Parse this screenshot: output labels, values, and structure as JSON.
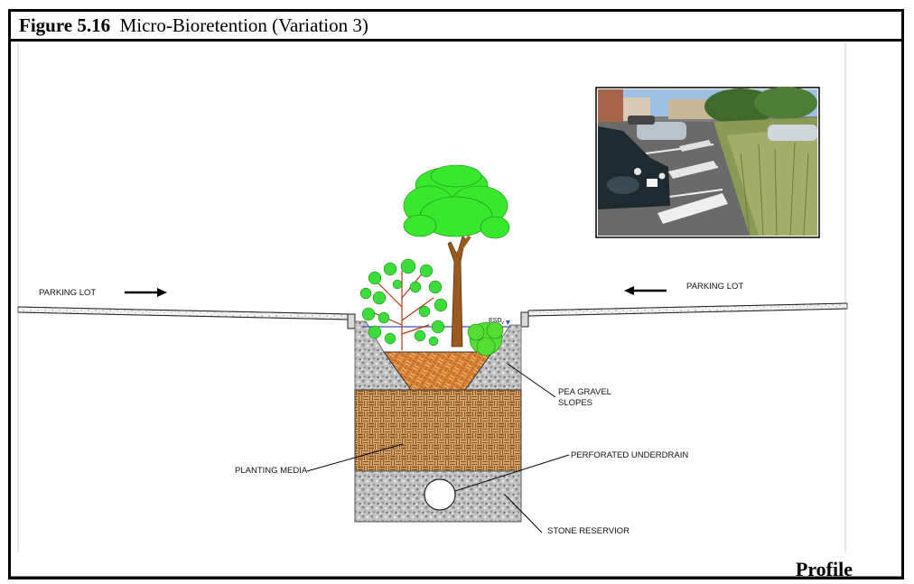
{
  "figure": {
    "number": "Figure 5.16",
    "name": "Micro-Bioretention (Variation 3)"
  },
  "view_label": "Profile",
  "labels": {
    "parking_lot_left": "PARKING LOT",
    "parking_lot_right": "PARKING LOT",
    "pea_gravel_line1": "PEA GRAVEL",
    "pea_gravel_line2": "SLOPES",
    "planting_media": "PLANTING MEDIA",
    "perforated_underdrain": "PERFORATED UNDERDRAIN",
    "stone_reservoir": "STONE RESERVIOR",
    "esd_main": "ESD",
    "esd_sub": "v"
  },
  "colors": {
    "planting_media": "#c8955a",
    "planting_media_dark": "#7a4a1c",
    "gravel": "#b9b9b9",
    "tree_canopy": "#38e82c",
    "tree_trunk": "#9a5a1e",
    "shrub": "#3cdc3a",
    "small_shrub": "#55dd33",
    "sky": "#8fb7e0",
    "grass": "#8b9a5a"
  },
  "icons": {
    "flow_arrow_right": "arrow-right-icon",
    "flow_arrow_left": "arrow-left-icon"
  }
}
